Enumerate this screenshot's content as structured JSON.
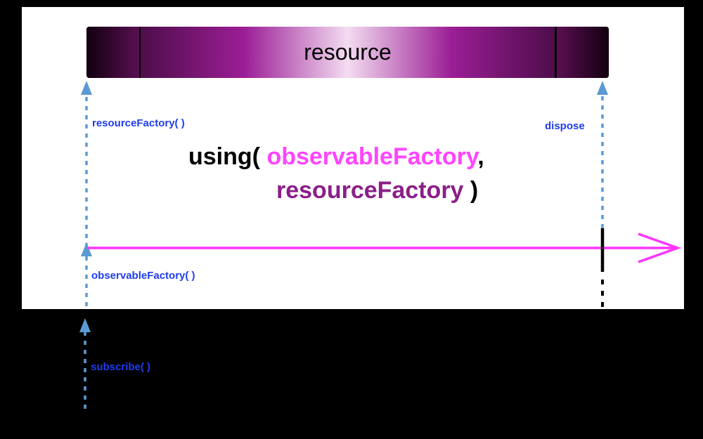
{
  "colors": {
    "background": "#000000",
    "panel": "#ffffff",
    "annotation_blue": "#1f3cf0",
    "dotted_arrow_blue": "#5b9bd5",
    "stream_magenta": "#ff33ff",
    "observable_factory_pink": "#ff44ff",
    "resource_factory_purple": "#8b1f89"
  },
  "resource_bar": {
    "label": "resource"
  },
  "formula": {
    "prefix": "using(",
    "observable_factory": "observableFactory",
    "comma": ",",
    "resource_factory": "resourceFactory",
    "suffix": " )"
  },
  "annotations": {
    "resource_factory_call": "resourceFactory( )",
    "dispose": "dispose",
    "observable_factory_call": "observableFactory( )",
    "subscribe_call": "subscribe( )"
  },
  "icons": {
    "arrow_head": "open-chevron-arrow",
    "dotted_arrow": "dotted-up-arrow"
  }
}
